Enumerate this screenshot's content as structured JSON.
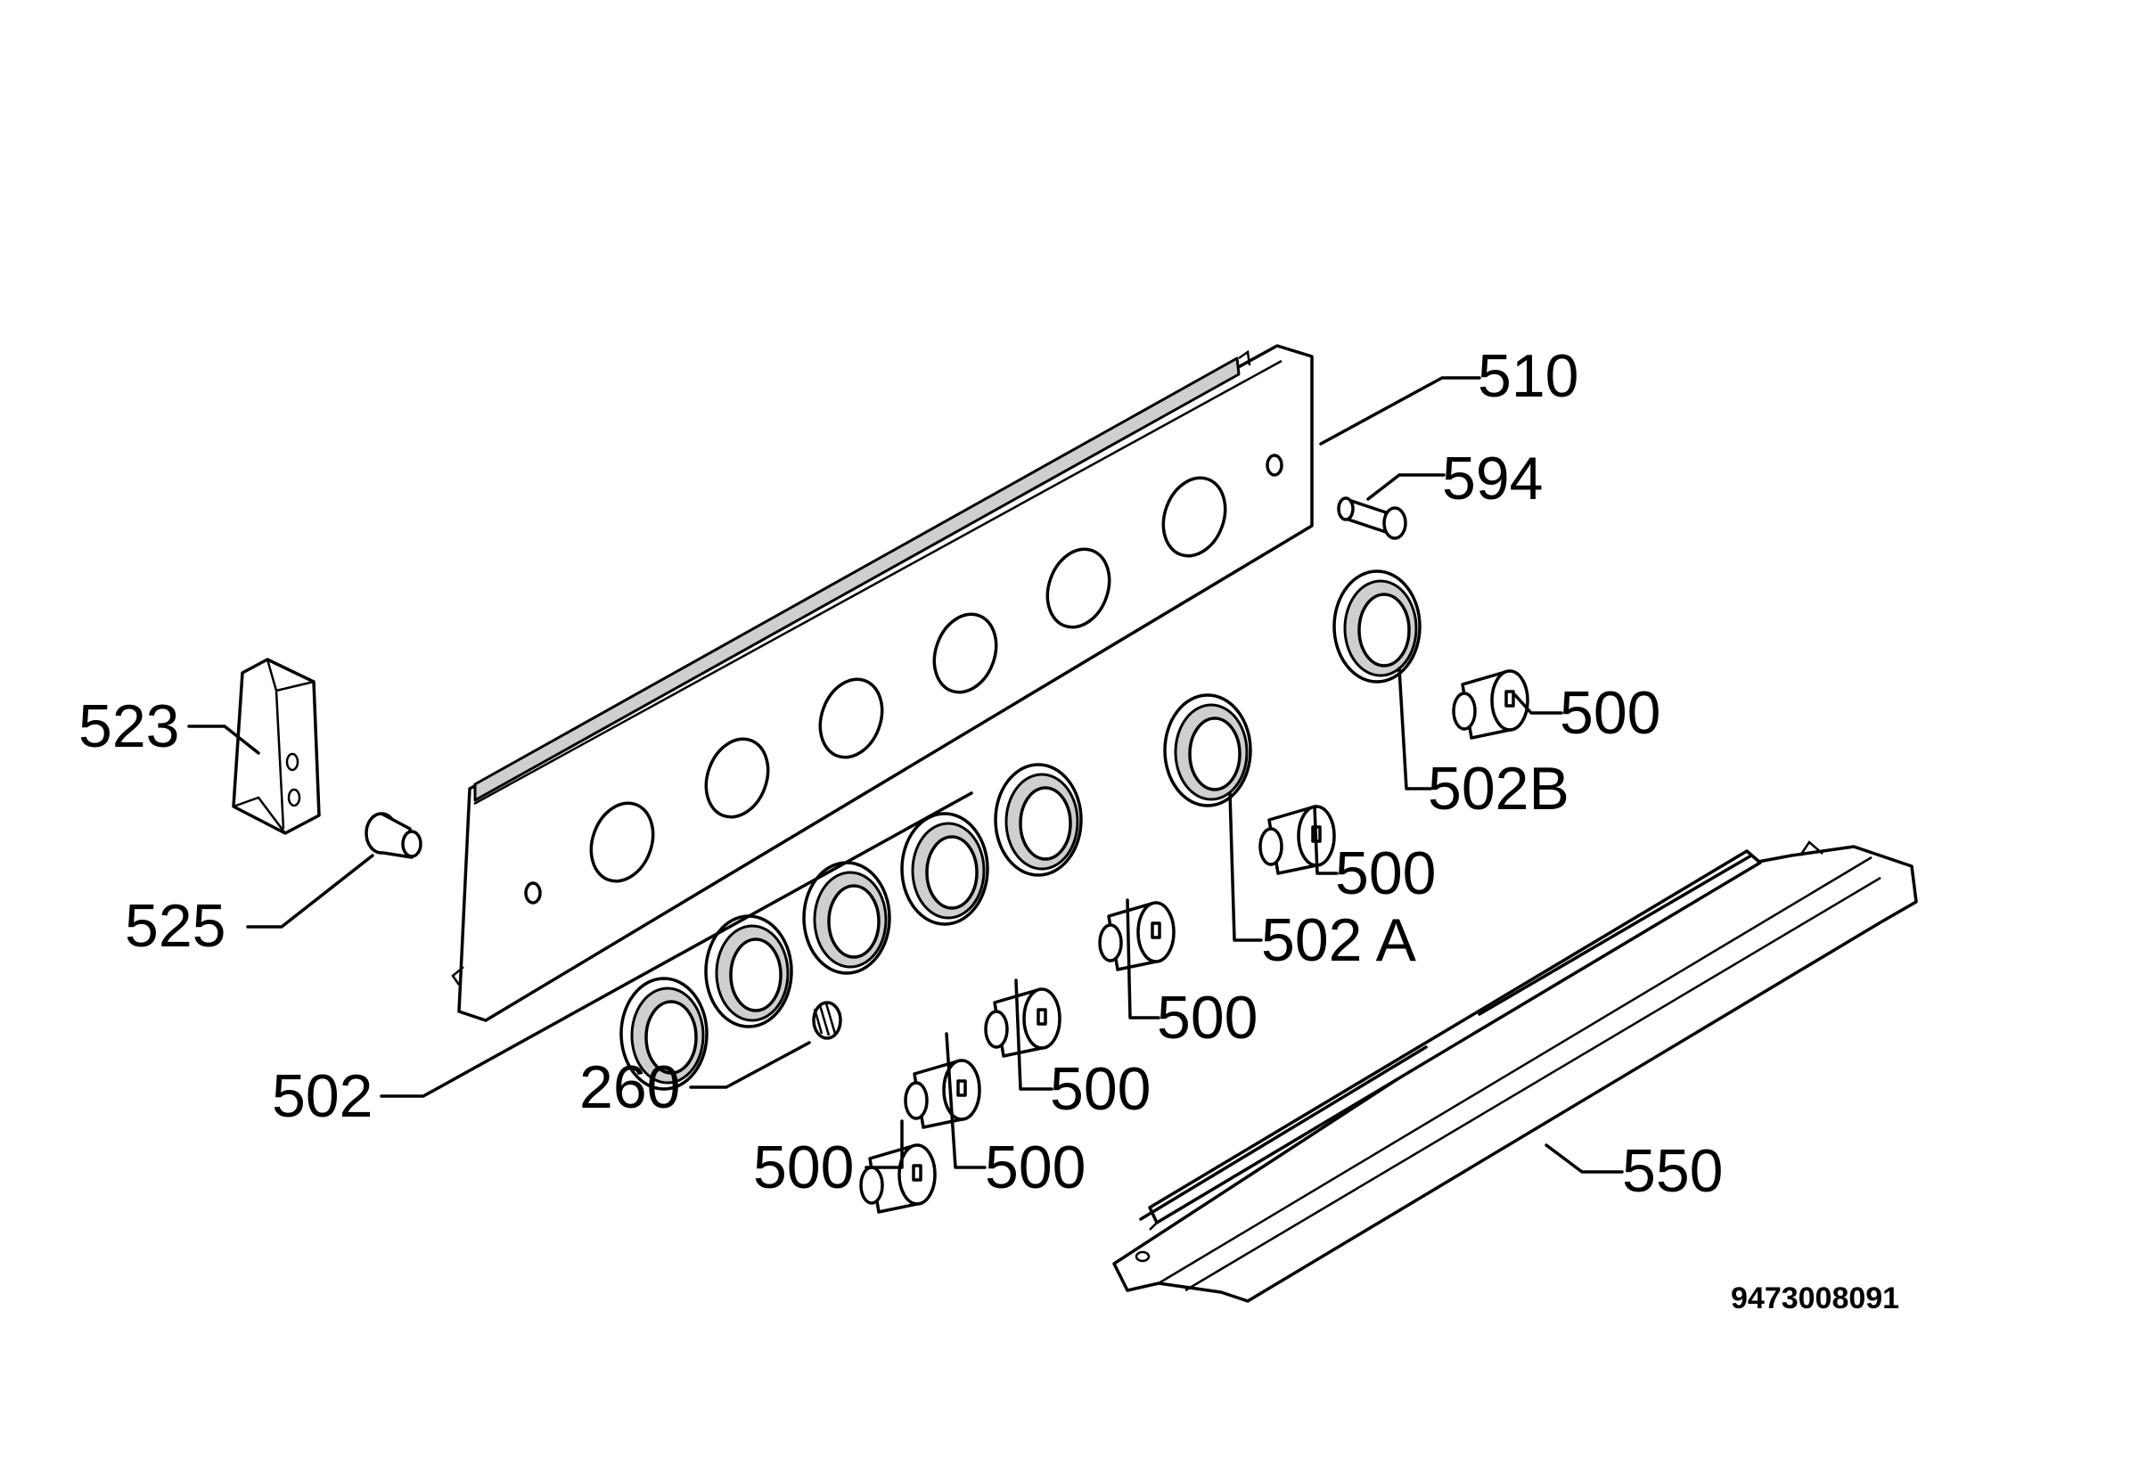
{
  "diagram": {
    "drawing_number": "9473008091",
    "labels": {
      "panel": "510",
      "pin": "594",
      "bracket": "523",
      "screw": "525",
      "bezel_502": "502",
      "bezel_502a": "502 A",
      "bezel_502b": "502B",
      "spring": "260",
      "trim": "550",
      "knob": "500"
    }
  }
}
